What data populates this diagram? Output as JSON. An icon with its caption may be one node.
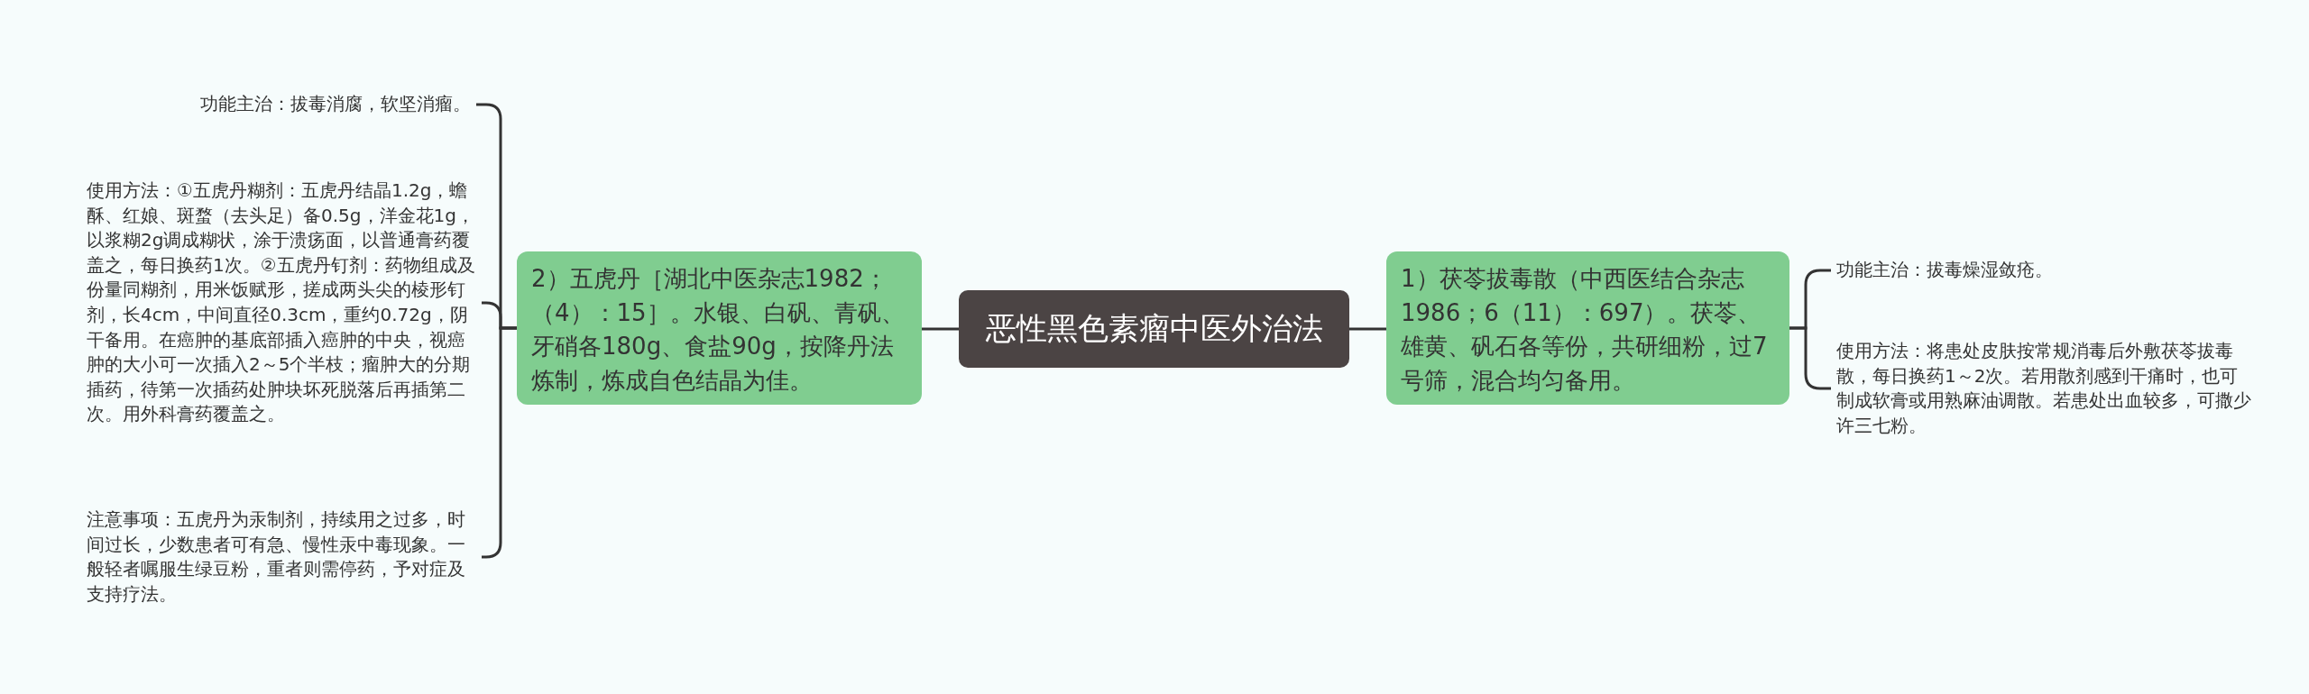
{
  "diagram": {
    "nodes": [
      {
        "text": [
          "恶性黑色素瘤中医外治法"
        ]
      },
      {
        "text": [
          "1）茯苓拔毒散（中西医结合杂志1986；6（11）：697）。茯苓、雄黄、矾石各等份，共研细粉，过7号筛，混合均匀备用。"
        ]
      },
      {
        "text": [
          "功能主治：拔毒燥湿敛疮。"
        ]
      },
      {
        "text": [
          "使用方法：将患处皮肤按常规消毒后外敷茯苓拔毒散，每日换药1～2次。若用散剂感到干痛时，也可制成软膏或用熟麻油调散。若患处出血较多，可撒少许三七粉。"
        ]
      },
      {
        "text": [
          "2）五虎丹［湖北中医杂志1982；（4）：15］。水银、白矾、青矾、牙硝各180g、食盐90g，按降丹法炼制，炼成自色结晶为佳。"
        ]
      },
      {
        "text": [
          "功能主治：拔毒消腐，软坚消瘤。"
        ]
      },
      {
        "text": [
          "使用方法：①五虎丹糊剂：五虎丹结晶1.2g，蟾酥、红娘、斑蝥（去头足）备0.5g，洋金花1g，以浆糊2g调成糊状，涂于溃疡面，以普通膏药覆盖之，每日换药1次。②五虎丹钉剂：药物组成及份量同糊剂，用米饭赋形，搓成两头尖的棱形钉剂，长4cm，中间直径0.3cm，重约0.72g，阴干备用。在癌肿的基底部插入癌肿的中央，视癌肿的大小可一次插入2～5个半枝；瘤肿大的分期插药，待第一次插药处肿块坏死脱落后再插第二次。用外科膏药覆盖之。"
        ]
      },
      {
        "text": [
          "注意事项：五虎丹为汞制剂，持续用之过多，时间过长，少数患者可有急、慢性汞中毒现象。一般轻者嘱服生绿豆粉，重者则需停药，予对症及支持疗法。"
        ]
      }
    ],
    "edges": [
      {
        "from": 0,
        "to": 1,
        "arrow": "none"
      },
      {
        "from": 1,
        "to": 2,
        "arrow": "none"
      },
      {
        "from": 1,
        "to": 3,
        "arrow": "none"
      },
      {
        "from": 0,
        "to": 4,
        "arrow": "none"
      },
      {
        "from": 4,
        "to": 5,
        "arrow": "none"
      },
      {
        "from": 4,
        "to": 6,
        "arrow": "none"
      },
      {
        "from": 4,
        "to": 7,
        "arrow": "none"
      }
    ]
  }
}
